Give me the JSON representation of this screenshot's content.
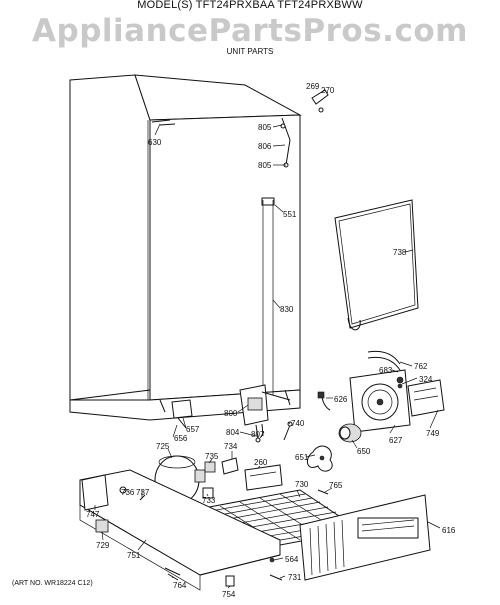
{
  "header": {
    "model_line": "MODEL(S) TFT24PRXBAA  TFT24PRXBWW",
    "watermark": "AppliancePartsPros.com",
    "section": "UNIT PARTS"
  },
  "footer": {
    "art_no": "(ART NO. WR18224 C12)"
  },
  "callouts": [
    "269",
    "270",
    "630",
    "805",
    "806",
    "805",
    "551",
    "738",
    "830",
    "683",
    "762",
    "324",
    "626",
    "800",
    "657",
    "656",
    "804",
    "807",
    "740",
    "734",
    "627",
    "749",
    "650",
    "725",
    "651",
    "735",
    "260",
    "765",
    "736",
    "737",
    "733",
    "730",
    "747",
    "616",
    "729",
    "751",
    "564",
    "764",
    "731",
    "754"
  ]
}
